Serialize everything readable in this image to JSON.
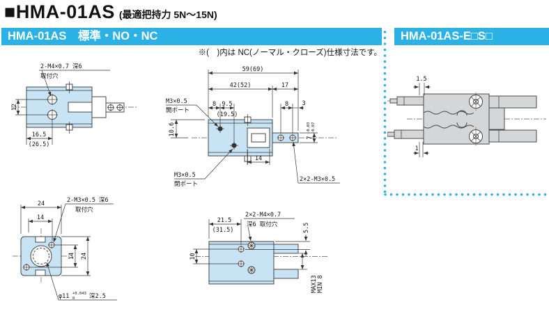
{
  "colors": {
    "accent": "#2bb1e6",
    "body_fill": "#c8e4f4",
    "gray_fill": "#d4d6d8"
  },
  "title": {
    "bullet": "■",
    "model": "HMA-01AS",
    "force_note": "(最適把持力 5N～15N)"
  },
  "sections": {
    "standard": {
      "header": "HMA-01AS　標準・NO・NC",
      "note": "※(　)内は NC(ノーマル・クローズ)仕様寸法です。"
    },
    "e_type": {
      "header": "HMA-01AS-E□S□"
    }
  },
  "drawings": {
    "top_view": {
      "mount_label_line1": "2-M4×0.7 深6",
      "mount_label_line2": "取付穴",
      "dim_hole_pitch": "12",
      "dim_offset": "16.5",
      "dim_offset_nc": "(26.5)"
    },
    "front_view": {
      "dim_total": "59(69)",
      "dim_body": "42(52)",
      "dim_arm": "17",
      "dim_port_offset": "8",
      "dim_port_pitch": "9.5",
      "dim_port_pitch_nc": "(19.5)",
      "dim_hole_pitch": "8",
      "dim_hole_end": "3",
      "open_port_line1": "M3×0.5",
      "open_port_line2": "開ポート",
      "close_port_line1": "M3×0.5",
      "close_port_line2": "閉ポート",
      "dim_height": "10.6",
      "dim_slot": "14",
      "finger_holes_label": "2×2-M3×0.5",
      "dim_rod": "7",
      "rod_tol_upper": "-0.03",
      "rod_tol_lower": "-0.07"
    },
    "e_view": {
      "dim_top": "1.5",
      "dim_bottom": "1"
    },
    "side_view": {
      "dim_width": "24",
      "dim_slot": "14",
      "mount_label_line1": "2-M3×0.5 深6",
      "mount_label_line2": "取付穴",
      "dim_hole_pitch": "14",
      "dim_height": "24",
      "bore_label": "φ11",
      "bore_tol_upper": "+0.043",
      "bore_tol_lower": "0",
      "bore_depth": "深2.5"
    },
    "bottom_view": {
      "dim_offset": "21.5",
      "dim_offset_nc": "(31.5)",
      "mount_label_line1": "2×2-M4×0.7",
      "mount_label_line2": "深6 取付穴",
      "dim_finger": "5.5",
      "dim_port_pitch": "10",
      "dim_open_max": "MAX13",
      "dim_open_min": "MIN 8"
    }
  }
}
